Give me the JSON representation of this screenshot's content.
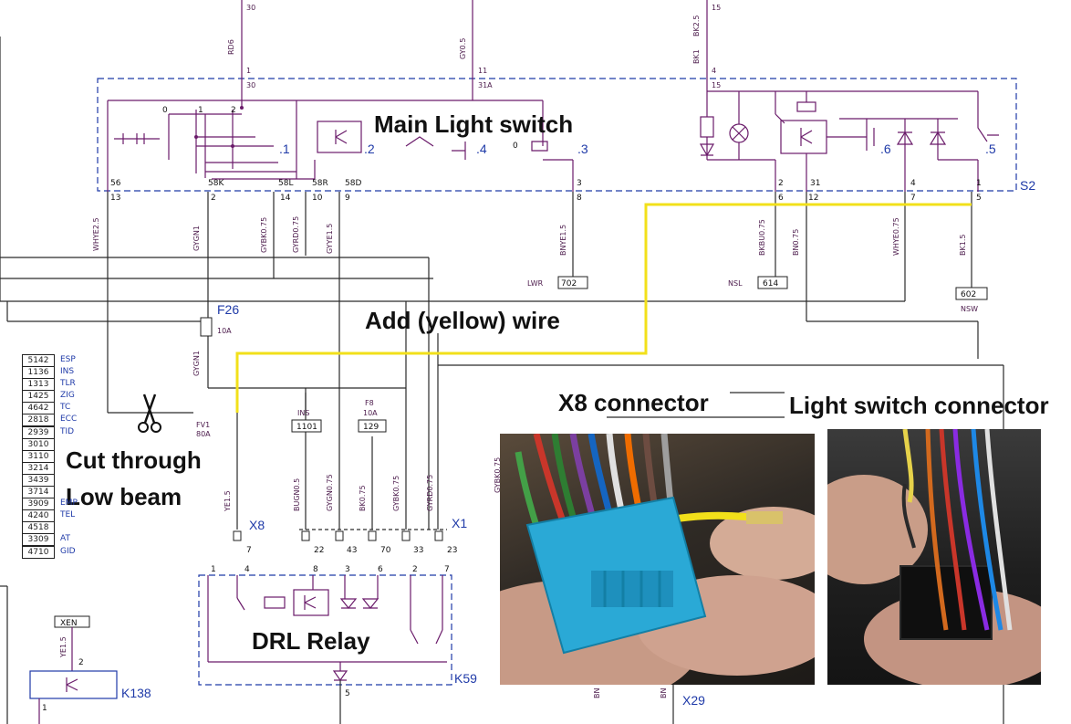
{
  "annotations": {
    "main_light_switch": "Main Light switch",
    "add_wire": "Add (yellow) wire",
    "cut_line1": "Cut through",
    "cut_line2": "Low beam",
    "x8_connector": "X8 connector",
    "light_switch_connector": "Light switch connector",
    "drl_relay": "DRL Relay"
  },
  "components": {
    "s2": "S2",
    "f26": "F26",
    "f26_rating": "10A",
    "x8": "X8",
    "x1": "X1",
    "x29": "X29",
    "k59": "K59",
    "k138": "K138",
    "xen": "XEN",
    "fv1": "FV1",
    "fv1_rating": "80A",
    "f8": "F8",
    "f8_rating": "10A",
    "ins": "INS",
    "ins_num": "1101",
    "f8_num": "129",
    "lwr": "LWR",
    "lwr_num": "702",
    "nsl": "NSL",
    "nsl_num": "614",
    "nsw": "NSW",
    "nsw_num": "602"
  },
  "wires": {
    "rd6": "RD6",
    "gy05": "GY0.5",
    "bk1": "BK1",
    "bk25": "BK2.5",
    "whye25": "WHYE2.5",
    "gygn1": "GYGN1",
    "gybk075": "GYBK0.75",
    "gyrd075": "GYRD0.75",
    "gyye15": "GYYE1.5",
    "bnye15": "BNYE1.5",
    "bkbu075": "BKBU0.75",
    "bn075": "BN0.75",
    "whye075": "WHYE0.75",
    "bk15": "BK1.5",
    "ye15": "YE1.5",
    "bugn05": "BUGN0.5",
    "gygn075": "GYGN0.75",
    "bk075": "BK0.75",
    "bn": "BN"
  },
  "switch_pins": {
    "top": [
      "30",
      "11",
      "15",
      "1",
      "4"
    ],
    "p30": "30",
    "p31a": "31A",
    "p15": "15",
    "bottom_upper": [
      "56",
      "58K",
      "58L",
      "58R",
      "58D",
      "3",
      "2",
      "31",
      "4",
      "1"
    ],
    "bottom_lower": [
      "13",
      "2",
      "14",
      "10",
      "9",
      "8",
      "6",
      "12",
      "7",
      "5"
    ],
    "positions": [
      ".1",
      ".2",
      ".3",
      ".4",
      ".5",
      ".6"
    ],
    "dial": [
      "0",
      "1",
      "2"
    ]
  },
  "relay_pins": {
    "x8_pins": [
      "7"
    ],
    "x1_pins": [
      "22",
      "43",
      "70",
      "33",
      "23"
    ],
    "inner": [
      "1",
      "4",
      "8",
      "3",
      "6",
      "2",
      "7"
    ],
    "bottom": "5",
    "k138_pin": "2",
    "k138_pin2": "1"
  },
  "legend": [
    {
      "code": "5142",
      "name": "ESP"
    },
    {
      "code": "1136",
      "name": "INS"
    },
    {
      "code": "1313",
      "name": "TLR"
    },
    {
      "code": "1425",
      "name": "ZIG"
    },
    {
      "code": "4642",
      "name": "TC"
    },
    {
      "code": "2818",
      "name": "ECC"
    },
    {
      "code": "2939",
      "name": "TID"
    },
    {
      "code": "3010",
      "name": ""
    },
    {
      "code": "3110",
      "name": ""
    },
    {
      "code": "3214",
      "name": ""
    },
    {
      "code": "3439",
      "name": ""
    },
    {
      "code": "3714",
      "name": ""
    },
    {
      "code": "3909",
      "name": "EMP"
    },
    {
      "code": "4240",
      "name": "TEL"
    },
    {
      "code": "4518",
      "name": ""
    },
    {
      "code": "3309",
      "name": "AT"
    },
    {
      "code": "4710",
      "name": "GID"
    }
  ],
  "colors": {
    "wire": "#6a1b6a",
    "dash_box": "#1f3aa8",
    "added_wire": "#f2e01a",
    "connector_blue": "#2aa9d6"
  },
  "icons": {
    "scissors": "scissors-icon"
  }
}
